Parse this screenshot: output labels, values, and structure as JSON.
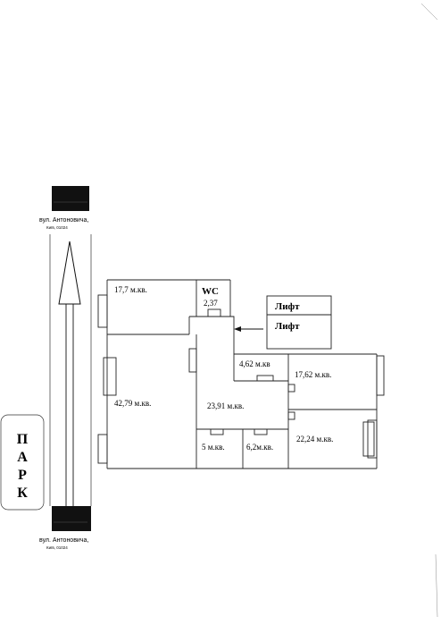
{
  "street": {
    "top_name": "вул. Антоновича,",
    "top_city": "Київ, 01024",
    "bottom_name": "вул. Антоновича,",
    "bottom_city": "Київ, 01024"
  },
  "park": {
    "letters": [
      "П",
      "А",
      "Р",
      "К"
    ]
  },
  "lift": {
    "label_1": "Лифт",
    "label_2": "Лифт"
  },
  "rooms": {
    "r1": "17,7 м.кв.",
    "wc_title": "WC",
    "wc_area": "2,37",
    "r_main": "42,79 м.кв.",
    "r_hall": "23,91 м.кв.",
    "r_small": "4,62 м.кв",
    "r_right_top": "17,62 м.кв.",
    "r_5": "5 м.кв.",
    "r_6": "6,2м.кв.",
    "r_right_bottom": "22,24 м.кв."
  }
}
